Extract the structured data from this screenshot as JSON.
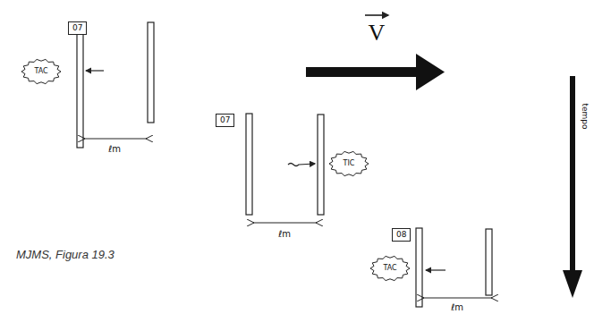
{
  "diagram": {
    "caption": "MJMS, Figura 19.3",
    "nodes": [
      {
        "text": [
          "07"
        ]
      },
      {
        "text": [
          "TAC"
        ]
      },
      {
        "text": [
          "07"
        ]
      },
      {
        "text": [
          "TIC"
        ]
      },
      {
        "text": [
          "08"
        ]
      },
      {
        "text": [
          "TAC"
        ]
      }
    ],
    "labels": [
      "ℓm",
      "ℓm",
      "ℓm",
      "V",
      "tempo"
    ]
  }
}
